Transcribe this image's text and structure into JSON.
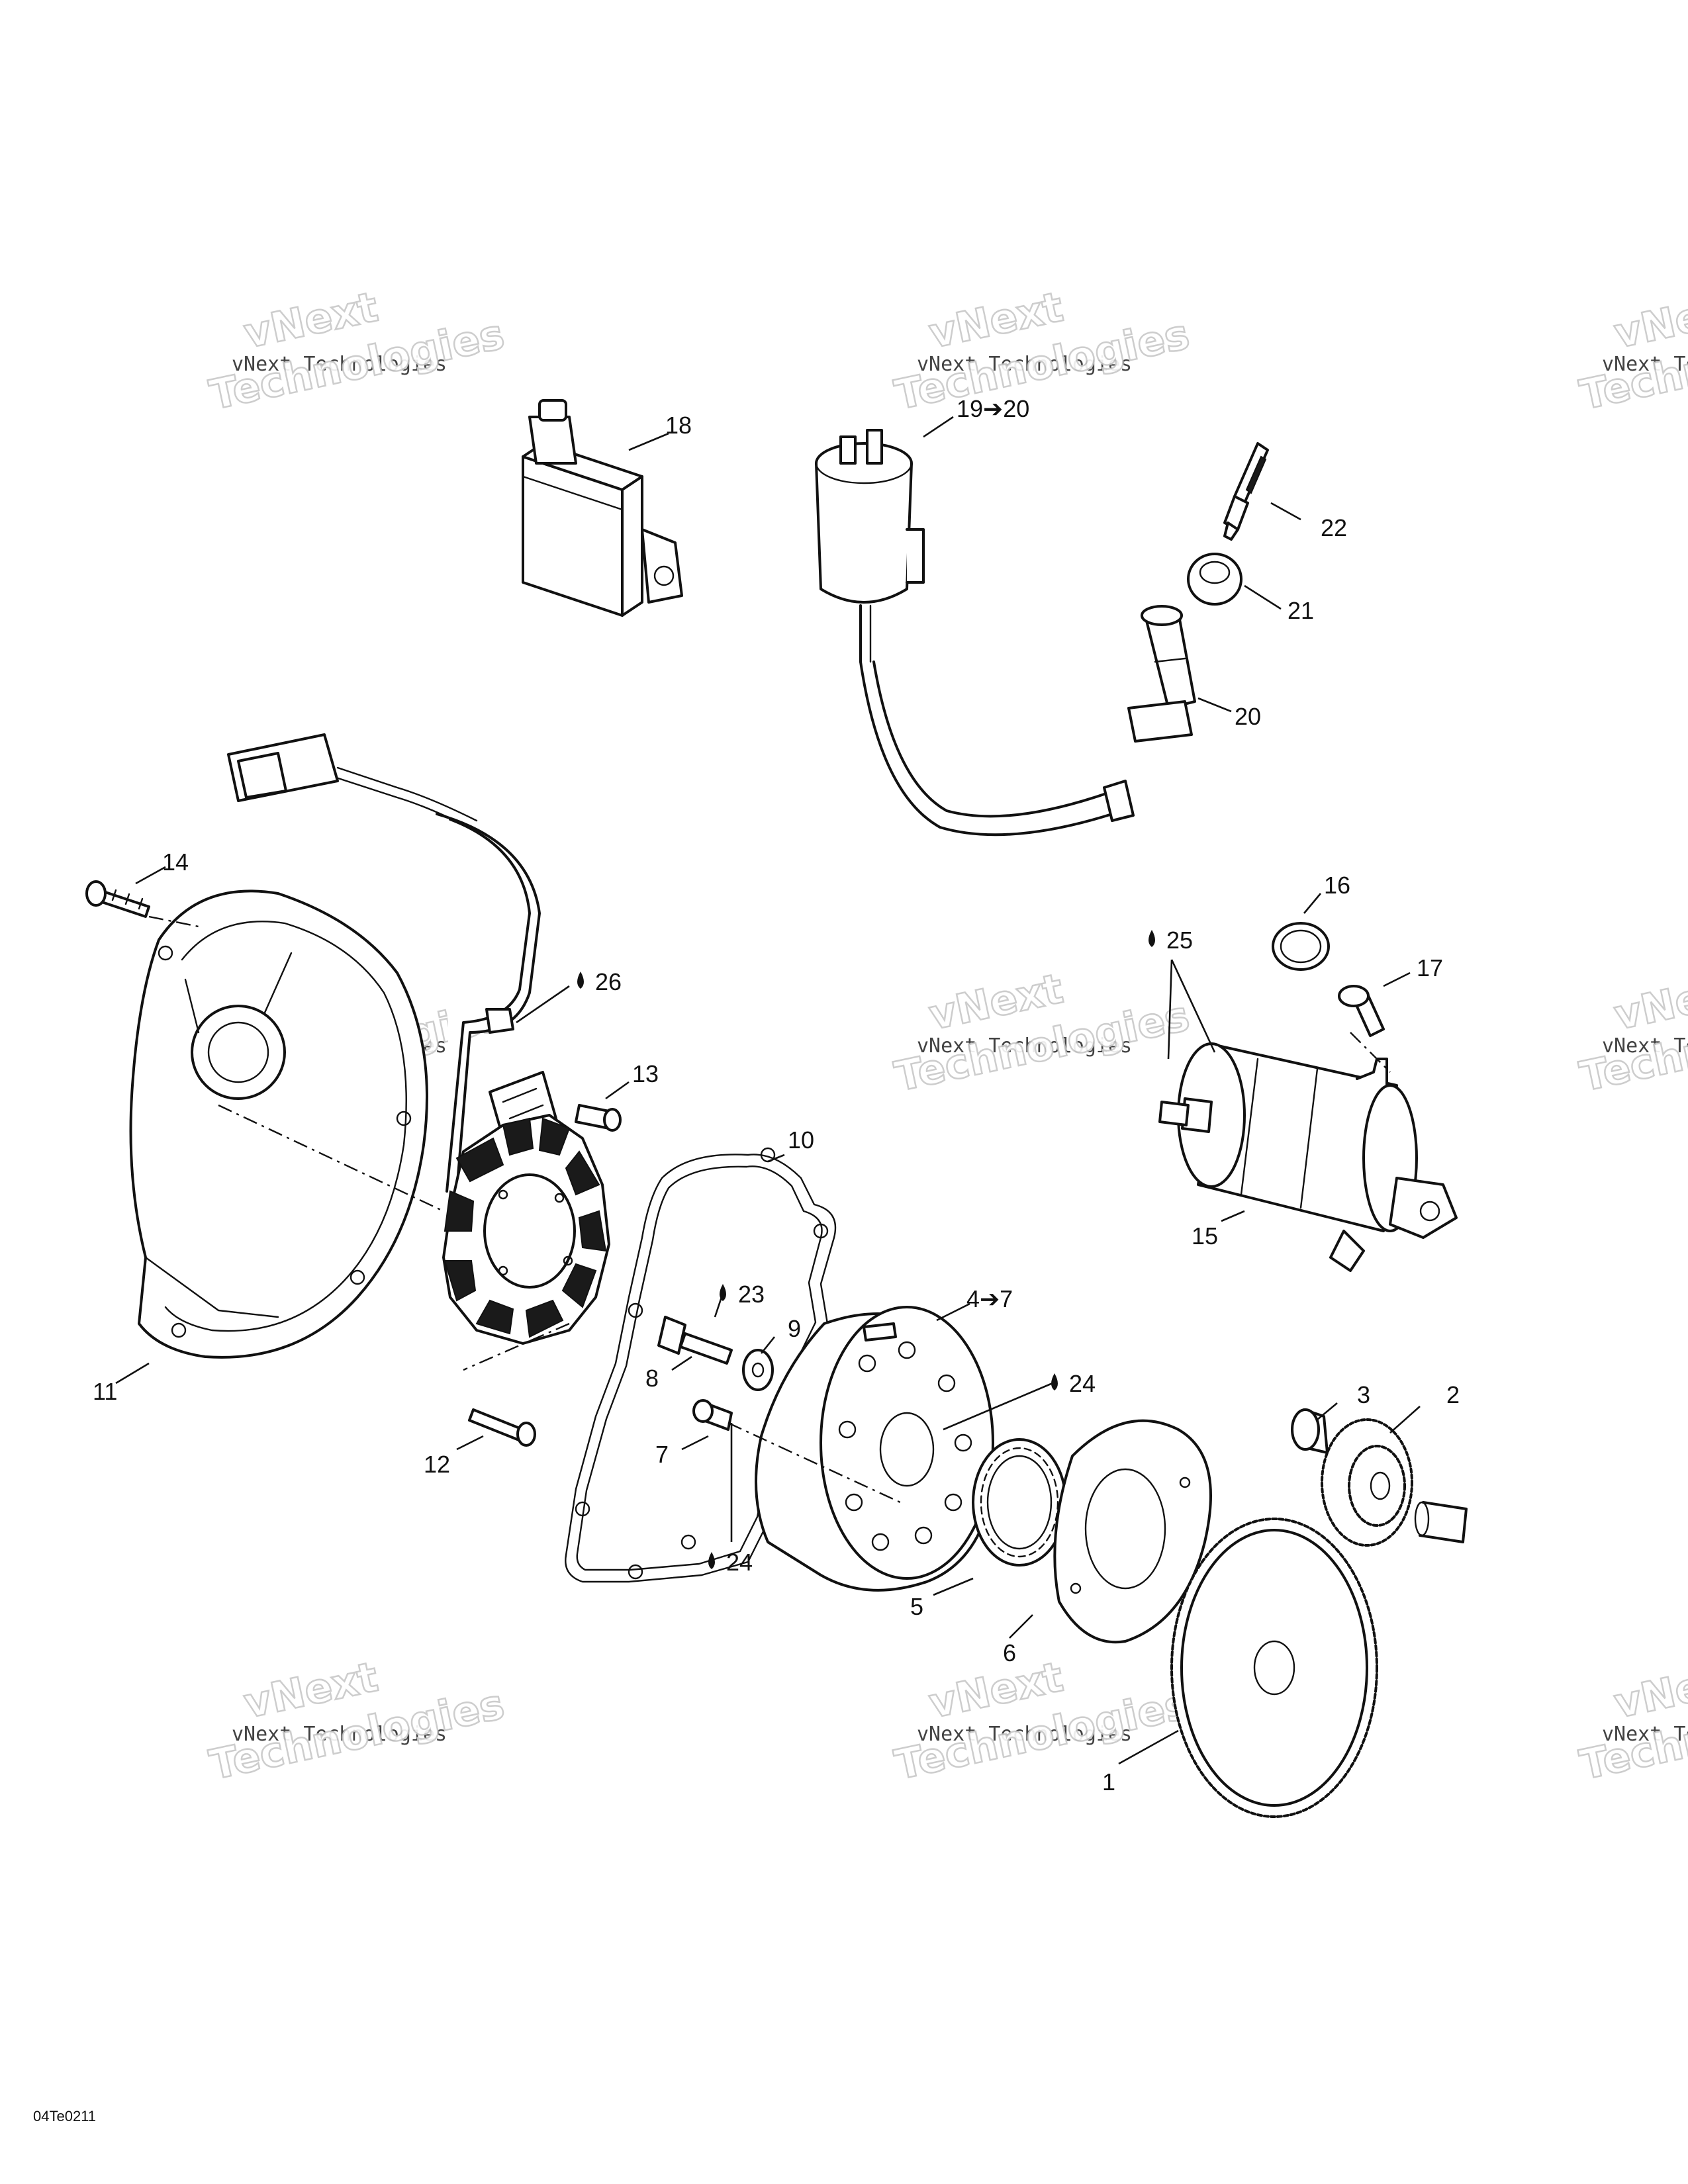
{
  "diagram": {
    "reference_code": "04Te0211",
    "watermark": {
      "line1": "vNext",
      "line2": "vNext Technologies",
      "line3": "Technologies"
    },
    "callouts": [
      {
        "id": "c1",
        "label": "1"
      },
      {
        "id": "c2",
        "label": "2"
      },
      {
        "id": "c3",
        "label": "3"
      },
      {
        "id": "c4",
        "label": "4➔7"
      },
      {
        "id": "c5",
        "label": "5"
      },
      {
        "id": "c6",
        "label": "6"
      },
      {
        "id": "c7",
        "label": "7"
      },
      {
        "id": "c8",
        "label": "8"
      },
      {
        "id": "c9",
        "label": "9"
      },
      {
        "id": "c10",
        "label": "10"
      },
      {
        "id": "c11",
        "label": "11"
      },
      {
        "id": "c12",
        "label": "12"
      },
      {
        "id": "c13",
        "label": "13"
      },
      {
        "id": "c14",
        "label": "14"
      },
      {
        "id": "c15",
        "label": "15"
      },
      {
        "id": "c16",
        "label": "16"
      },
      {
        "id": "c17",
        "label": "17"
      },
      {
        "id": "c18",
        "label": "18"
      },
      {
        "id": "c19",
        "label": "19➔20"
      },
      {
        "id": "c20",
        "label": "20"
      },
      {
        "id": "c21",
        "label": "21"
      },
      {
        "id": "c22",
        "label": "22"
      },
      {
        "id": "c23",
        "label": "23"
      },
      {
        "id": "c24a",
        "label": "24"
      },
      {
        "id": "c24b",
        "label": "24"
      },
      {
        "id": "c25",
        "label": "25"
      },
      {
        "id": "c26",
        "label": "26"
      }
    ]
  }
}
